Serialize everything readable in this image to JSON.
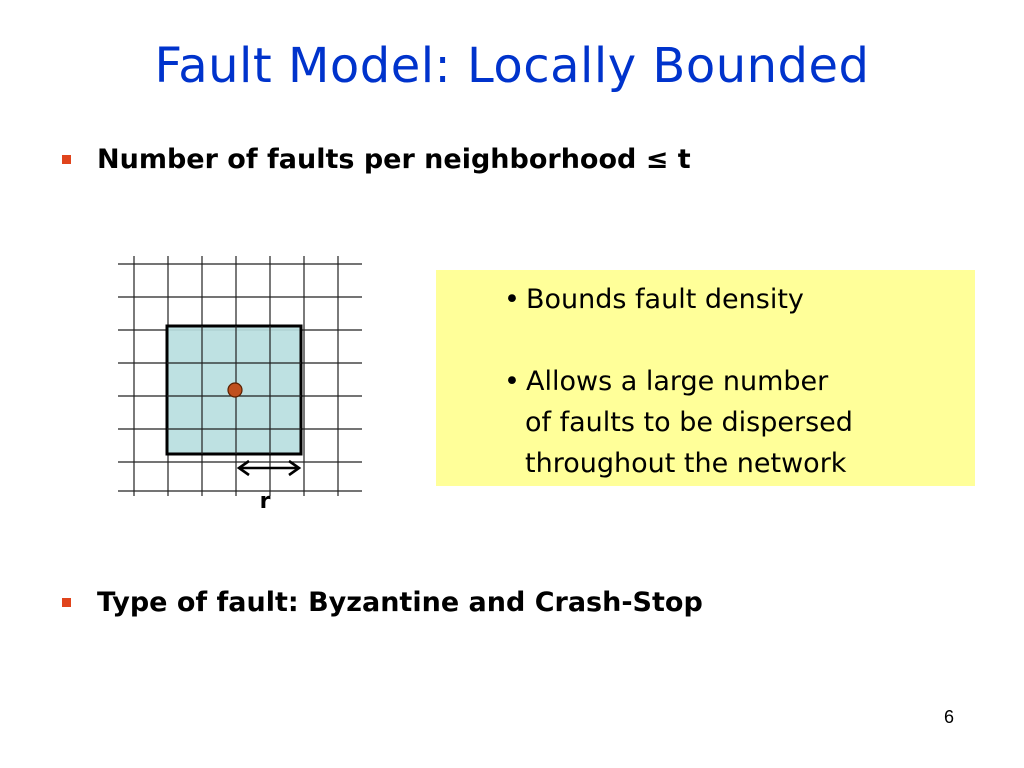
{
  "slide": {
    "title": "Fault Model: Locally Bounded",
    "bullets": [
      {
        "text": "Number of faults per neighborhood ≤ t"
      },
      {
        "text": "Type of fault: Byzantine and Crash-Stop"
      }
    ],
    "diagram": {
      "radius_label": "r",
      "region_fill": "#B8DEE0",
      "node_color": "#C0501E"
    },
    "info_box": {
      "background": "#FFFF99",
      "items": [
        {
          "bullet": "•",
          "lines": [
            "Bounds fault density"
          ]
        },
        {
          "bullet": "•",
          "lines": [
            "Allows a large number",
            "of faults to be dispersed",
            "throughout the network"
          ]
        }
      ]
    },
    "page_number": "6"
  }
}
